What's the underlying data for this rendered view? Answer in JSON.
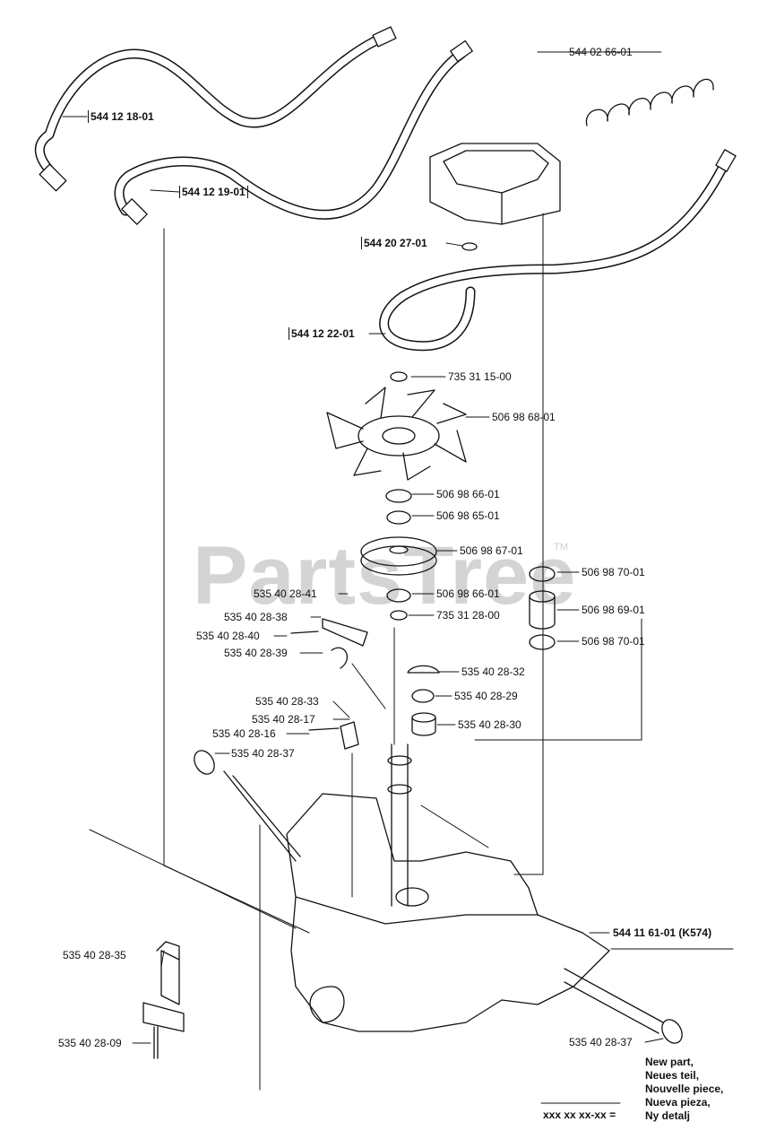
{
  "watermark": "PartsTree",
  "trademark": "TM",
  "parts": {
    "p_544121801": "544 12 18-01",
    "p_544121901": "544 12 19-01",
    "p_544026601": "544 02 66-01",
    "p_544202701": "544 20 27-01",
    "p_544122201": "544 12 22-01",
    "p_735311500": "735 31 15-00",
    "p_506986801": "506 98 68-01",
    "p_506986601a": "506 98 66-01",
    "p_506986501": "506 98 65-01",
    "p_506986701": "506 98 67-01",
    "p_506986601b": "506 98 66-01",
    "p_735312800": "735 31 28-00",
    "p_506987001a": "506 98 70-01",
    "p_506986901": "506 98 69-01",
    "p_506987001b": "506 98 70-01",
    "p_535402841": "535 40 28-41",
    "p_535402838": "535 40 28-38",
    "p_535402840": "535 40 28-40",
    "p_535402839": "535 40 28-39",
    "p_535402832": "535 40 28-32",
    "p_535402829": "535 40 28-29",
    "p_535402830": "535 40 28-30",
    "p_535402833": "535 40 28-33",
    "p_535402817": "535 40 28-17",
    "p_535402816": "535 40 28-16",
    "p_535402837a": "535 40 28-37",
    "p_544116101": "544 11 61-01 (K574)",
    "p_535402835": "535 40 28-35",
    "p_535402809": "535 40 28-09",
    "p_535402837b": "535 40 28-37"
  },
  "legend": {
    "lines": [
      "New part,",
      "Neues teil,",
      "Nouvelle piece,",
      "Nueva pieza,",
      "Ny detalj"
    ],
    "key": "xxx xx xx-xx ="
  }
}
